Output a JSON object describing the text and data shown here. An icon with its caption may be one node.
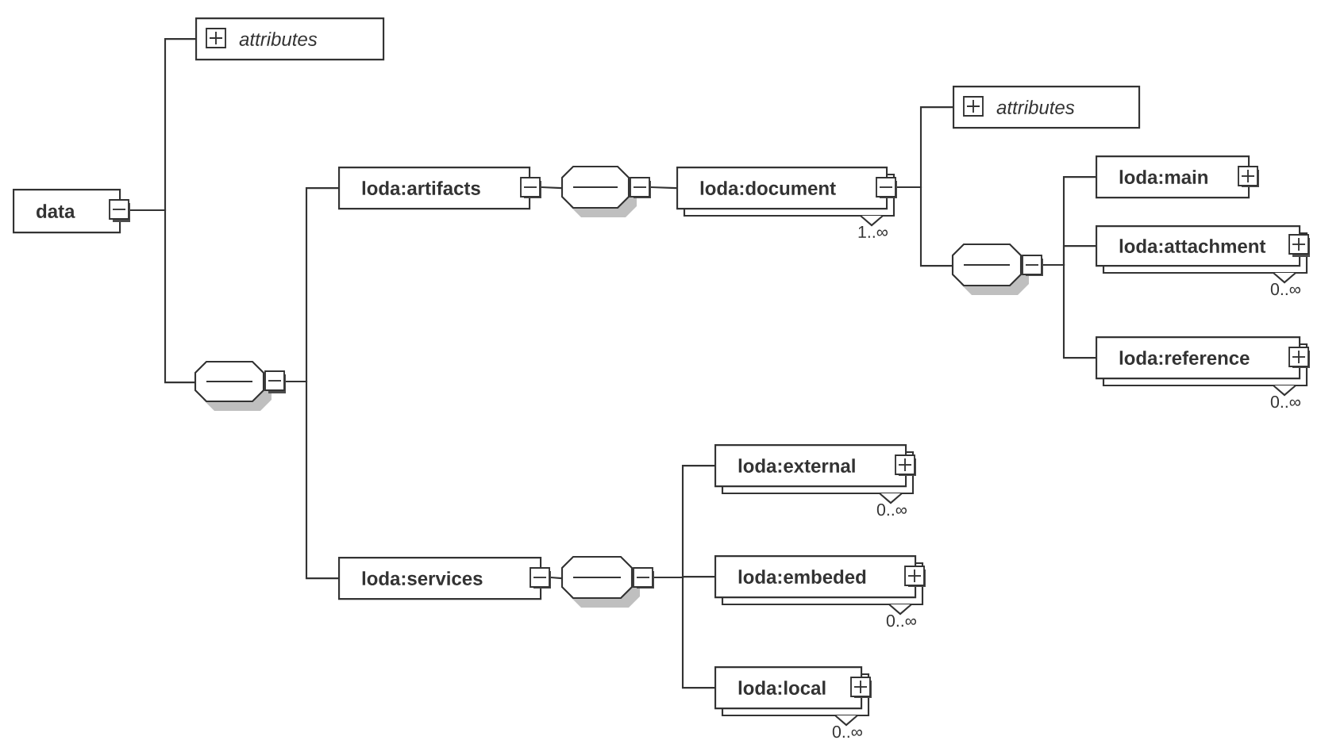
{
  "diagram": {
    "nodes": [
      {
        "text": [
          "data"
        ]
      },
      {
        "text": [
          "attributes"
        ]
      },
      {
        "text": [],
        "shape": "octagon"
      },
      {
        "text": [
          "loda:artifacts"
        ]
      },
      {
        "text": [],
        "shape": "octagon"
      },
      {
        "text": [
          "loda:document"
        ],
        "beside": [
          "1..∞"
        ]
      },
      {
        "text": [
          "attributes"
        ]
      },
      {
        "text": [],
        "shape": "octagon"
      },
      {
        "text": [
          "loda:main"
        ]
      },
      {
        "text": [
          "loda:attachment"
        ],
        "beside": [
          "0..∞"
        ]
      },
      {
        "text": [
          "loda:reference"
        ],
        "beside": [
          "0..∞"
        ]
      },
      {
        "text": [
          "loda:services"
        ]
      },
      {
        "text": [],
        "shape": "octagon"
      },
      {
        "text": [
          "loda:external"
        ],
        "beside": [
          "0..∞"
        ]
      },
      {
        "text": [
          "loda:embeded"
        ],
        "beside": [
          "0..∞"
        ]
      },
      {
        "text": [
          "loda:local"
        ],
        "beside": [
          "0..∞"
        ]
      }
    ],
    "edges": [
      {
        "from": 0,
        "to": 1,
        "arrow": "none"
      },
      {
        "from": 0,
        "to": 2,
        "arrow": "none"
      },
      {
        "from": 2,
        "to": 3,
        "arrow": "none"
      },
      {
        "from": 2,
        "to": 11,
        "arrow": "none"
      },
      {
        "from": 3,
        "to": 4,
        "arrow": "none"
      },
      {
        "from": 4,
        "to": 5,
        "arrow": "none"
      },
      {
        "from": 5,
        "to": 6,
        "arrow": "none"
      },
      {
        "from": 5,
        "to": 7,
        "arrow": "none"
      },
      {
        "from": 7,
        "to": 8,
        "arrow": "none"
      },
      {
        "from": 7,
        "to": 9,
        "arrow": "none"
      },
      {
        "from": 7,
        "to": 10,
        "arrow": "none"
      },
      {
        "from": 11,
        "to": 12,
        "arrow": "none"
      },
      {
        "from": 12,
        "to": 13,
        "arrow": "none"
      },
      {
        "from": 12,
        "to": 14,
        "arrow": "none"
      },
      {
        "from": 12,
        "to": 15,
        "arrow": "none"
      }
    ]
  }
}
